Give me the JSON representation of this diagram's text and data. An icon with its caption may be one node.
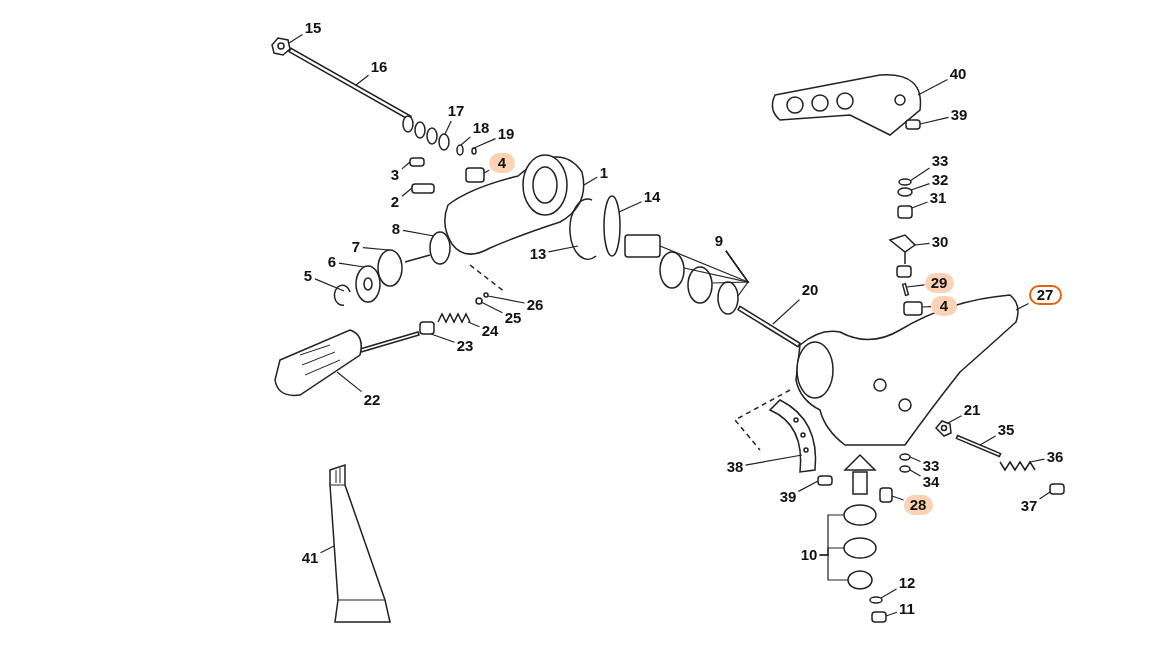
{
  "diagram": {
    "nodes": [
      {
        "text": [
          "15"
        ]
      },
      {
        "text": [
          "16"
        ]
      },
      {
        "text": [
          "17"
        ]
      },
      {
        "text": [
          "18"
        ]
      },
      {
        "text": [
          "19"
        ]
      },
      {
        "text": [
          "4"
        ]
      },
      {
        "text": [
          "3"
        ]
      },
      {
        "text": [
          "2"
        ]
      },
      {
        "text": [
          "1"
        ]
      },
      {
        "text": [
          "14"
        ]
      },
      {
        "text": [
          "13"
        ]
      },
      {
        "text": [
          "8"
        ]
      },
      {
        "text": [
          "7"
        ]
      },
      {
        "text": [
          "6"
        ]
      },
      {
        "text": [
          "5"
        ]
      },
      {
        "text": [
          "9"
        ]
      },
      {
        "text": [
          "26"
        ]
      },
      {
        "text": [
          "25"
        ]
      },
      {
        "text": [
          "24"
        ]
      },
      {
        "text": [
          "23"
        ]
      },
      {
        "text": [
          "22"
        ]
      },
      {
        "text": [
          "20"
        ]
      },
      {
        "text": [
          "40"
        ]
      },
      {
        "text": [
          "39"
        ]
      },
      {
        "text": [
          "33"
        ]
      },
      {
        "text": [
          "32"
        ]
      },
      {
        "text": [
          "31"
        ]
      },
      {
        "text": [
          "30"
        ]
      },
      {
        "text": [
          "29"
        ]
      },
      {
        "text": [
          "4"
        ]
      },
      {
        "text": [
          "27"
        ]
      },
      {
        "text": [
          "21"
        ]
      },
      {
        "text": [
          "35"
        ]
      },
      {
        "text": [
          "36"
        ]
      },
      {
        "text": [
          "37"
        ]
      },
      {
        "text": [
          "38"
        ]
      },
      {
        "text": [
          "39"
        ]
      },
      {
        "text": [
          "33"
        ]
      },
      {
        "text": [
          "34"
        ]
      },
      {
        "text": [
          "28"
        ]
      },
      {
        "text": [
          "10"
        ]
      },
      {
        "text": [
          "12"
        ]
      },
      {
        "text": [
          "11"
        ]
      },
      {
        "text": [
          "41"
        ]
      },
      {
        "text": [],
        "shape": "picture"
      },
      {
        "text": [],
        "shape": "bar"
      },
      {
        "text": [],
        "shape": "picture"
      },
      {
        "text": [],
        "shape": "circle"
      },
      {
        "text": [],
        "shape": "circle"
      },
      {
        "text": [],
        "shape": "box"
      },
      {
        "text": [],
        "shape": "box"
      },
      {
        "text": [],
        "shape": "box"
      },
      {
        "text": [],
        "shape": "picture"
      },
      {
        "text": [],
        "shape": "circle"
      },
      {
        "text": [],
        "shape": "picture"
      },
      {
        "text": [],
        "shape": "picture"
      },
      {
        "text": [],
        "shape": "circle"
      },
      {
        "text": [],
        "shape": "picture"
      },
      {
        "text": [],
        "shape": "picture"
      },
      {
        "text": [],
        "shape": "box"
      },
      {
        "text": [],
        "shape": "circle"
      },
      {
        "text": [],
        "shape": "circle"
      },
      {
        "text": [],
        "shape": "circle"
      },
      {
        "text": [],
        "shape": "circle"
      },
      {
        "text": [],
        "shape": "circle"
      },
      {
        "text": [],
        "shape": "picture"
      },
      {
        "text": [],
        "shape": "box"
      },
      {
        "text": [],
        "shape": "picture"
      },
      {
        "text": [],
        "shape": "bar"
      },
      {
        "text": [],
        "shape": "picture"
      },
      {
        "text": [],
        "shape": "box"
      },
      {
        "text": [],
        "shape": "circle"
      },
      {
        "text": [],
        "shape": "circle"
      },
      {
        "text": [],
        "shape": "box"
      },
      {
        "text": [],
        "shape": "picture"
      },
      {
        "text": [],
        "shape": "bar"
      },
      {
        "text": [],
        "shape": "box"
      },
      {
        "text": [],
        "shape": "picture"
      },
      {
        "text": [],
        "shape": "picture"
      },
      {
        "text": [],
        "shape": "bar"
      },
      {
        "text": [],
        "shape": "picture"
      },
      {
        "text": [],
        "shape": "box"
      },
      {
        "text": [],
        "shape": "picture"
      },
      {
        "text": [],
        "shape": "box"
      },
      {
        "text": [],
        "shape": "circle"
      },
      {
        "text": [],
        "shape": "circle"
      },
      {
        "text": [],
        "shape": "box"
      },
      {
        "text": [],
        "shape": "circle"
      },
      {
        "text": [],
        "shape": "circle"
      },
      {
        "text": [],
        "shape": "circle"
      },
      {
        "text": [],
        "shape": "circle"
      },
      {
        "text": [],
        "shape": "box"
      },
      {
        "text": [],
        "shape": "picture"
      }
    ],
    "edges": [
      {
        "from": 0,
        "to": 44,
        "arrow": "none"
      },
      {
        "from": 1,
        "to": 45,
        "arrow": "none"
      },
      {
        "from": 2,
        "to": 46,
        "arrow": "none"
      },
      {
        "from": 3,
        "to": 47,
        "arrow": "none"
      },
      {
        "from": 4,
        "to": 48,
        "arrow": "none"
      },
      {
        "from": 5,
        "to": 49,
        "arrow": "none"
      },
      {
        "from": 6,
        "to": 50,
        "arrow": "none"
      },
      {
        "from": 7,
        "to": 51,
        "arrow": "none"
      },
      {
        "from": 8,
        "to": 52,
        "arrow": "none"
      },
      {
        "from": 9,
        "to": 53,
        "arrow": "none"
      },
      {
        "from": 10,
        "to": 54,
        "arrow": "none"
      },
      {
        "from": 11,
        "to": 55,
        "arrow": "none"
      },
      {
        "from": 12,
        "to": 56,
        "arrow": "none"
      },
      {
        "from": 13,
        "to": 57,
        "arrow": "none"
      },
      {
        "from": 14,
        "to": 58,
        "arrow": "none"
      },
      {
        "from": 15,
        "to": 59,
        "arrow": "none"
      },
      {
        "from": 15,
        "to": 60,
        "arrow": "none"
      },
      {
        "from": 15,
        "to": 61,
        "arrow": "none"
      },
      {
        "from": 15,
        "to": 62,
        "arrow": "none"
      },
      {
        "from": 16,
        "to": 63,
        "arrow": "none"
      },
      {
        "from": 17,
        "to": 64,
        "arrow": "none"
      },
      {
        "from": 18,
        "to": 65,
        "arrow": "none"
      },
      {
        "from": 19,
        "to": 66,
        "arrow": "none"
      },
      {
        "from": 20,
        "to": 67,
        "arrow": "none"
      },
      {
        "from": 21,
        "to": 68,
        "arrow": "none"
      },
      {
        "from": 22,
        "to": 69,
        "arrow": "none"
      },
      {
        "from": 23,
        "to": 70,
        "arrow": "none"
      },
      {
        "from": 24,
        "to": 71,
        "arrow": "none"
      },
      {
        "from": 25,
        "to": 72,
        "arrow": "none"
      },
      {
        "from": 26,
        "to": 73,
        "arrow": "none"
      },
      {
        "from": 27,
        "to": 74,
        "arrow": "none"
      },
      {
        "from": 28,
        "to": 75,
        "arrow": "none"
      },
      {
        "from": 29,
        "to": 76,
        "arrow": "none"
      },
      {
        "from": 30,
        "to": 77,
        "arrow": "none"
      },
      {
        "from": 31,
        "to": 78,
        "arrow": "none"
      },
      {
        "from": 32,
        "to": 79,
        "arrow": "none"
      },
      {
        "from": 33,
        "to": 80,
        "arrow": "none"
      },
      {
        "from": 34,
        "to": 81,
        "arrow": "none"
      },
      {
        "from": 35,
        "to": 82,
        "arrow": "none"
      },
      {
        "from": 36,
        "to": 83,
        "arrow": "none"
      },
      {
        "from": 37,
        "to": 84,
        "arrow": "none"
      },
      {
        "from": 38,
        "to": 85,
        "arrow": "none"
      },
      {
        "from": 39,
        "to": 86,
        "arrow": "none"
      },
      {
        "from": 40,
        "to": 87,
        "arrow": "none"
      },
      {
        "from": 40,
        "to": 88,
        "arrow": "none"
      },
      {
        "from": 40,
        "to": 89,
        "arrow": "none"
      },
      {
        "from": 41,
        "to": 90,
        "arrow": "none"
      },
      {
        "from": 42,
        "to": 91,
        "arrow": "none"
      },
      {
        "from": 43,
        "to": 92,
        "arrow": "none"
      }
    ]
  }
}
